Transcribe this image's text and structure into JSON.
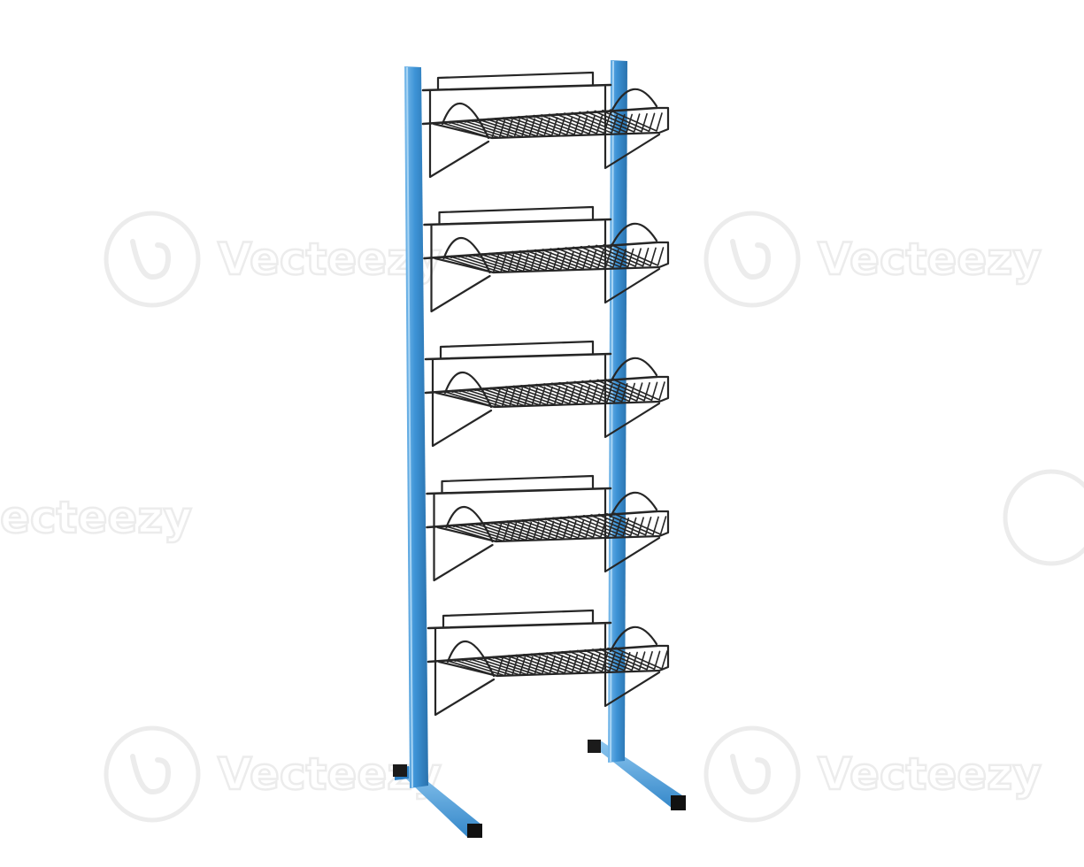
{
  "image": {
    "subject": "shelf-display-rack",
    "colors": {
      "background": "#ffffff",
      "frame_blue": "#3d93d6",
      "frame_blue_light": "#79baea",
      "frame_blue_dark": "#2a72ad",
      "wire": "#262626",
      "foot_cap": "#111111",
      "watermark": "#ececec"
    },
    "shelf_count": 5,
    "watermark": {
      "text": "Vecteezy",
      "partial_texts": [
        "Vecteezy",
        "ecteezy",
        "Vecteezy",
        "Vecteezy"
      ]
    }
  }
}
